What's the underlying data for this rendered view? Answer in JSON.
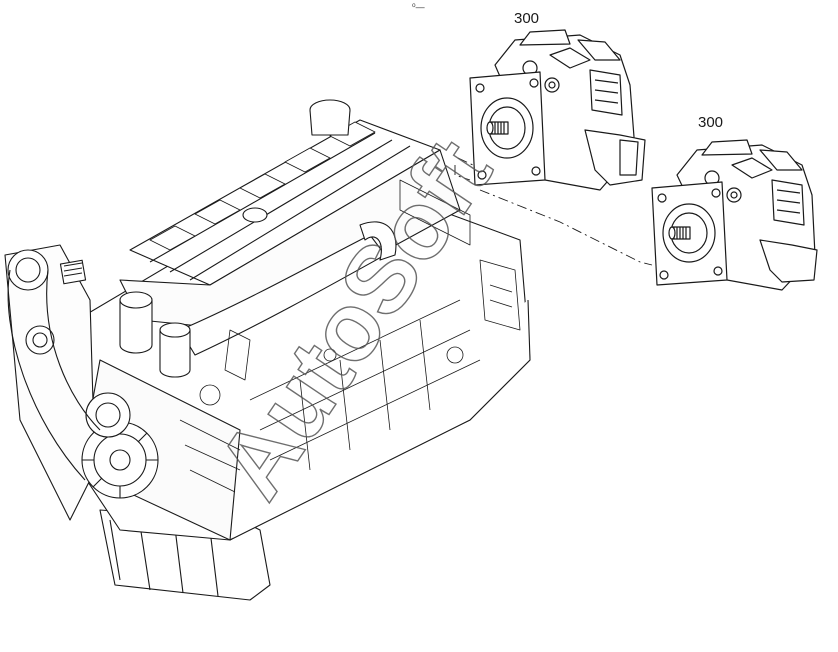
{
  "diagram": {
    "callouts": [
      {
        "label": "300"
      },
      {
        "label": "300"
      }
    ],
    "watermark": {
      "text": "AutoSoft"
    },
    "corner_mark": "⁰—",
    "colors": {
      "line": "#1a1a1a",
      "faint_line": "#9a9a9a",
      "watermark": "#555555",
      "background": "#ffffff"
    },
    "icons": [
      "engine-drawing",
      "hydraulic-pump-drawing",
      "hydraulic-pump-drawing"
    ]
  }
}
